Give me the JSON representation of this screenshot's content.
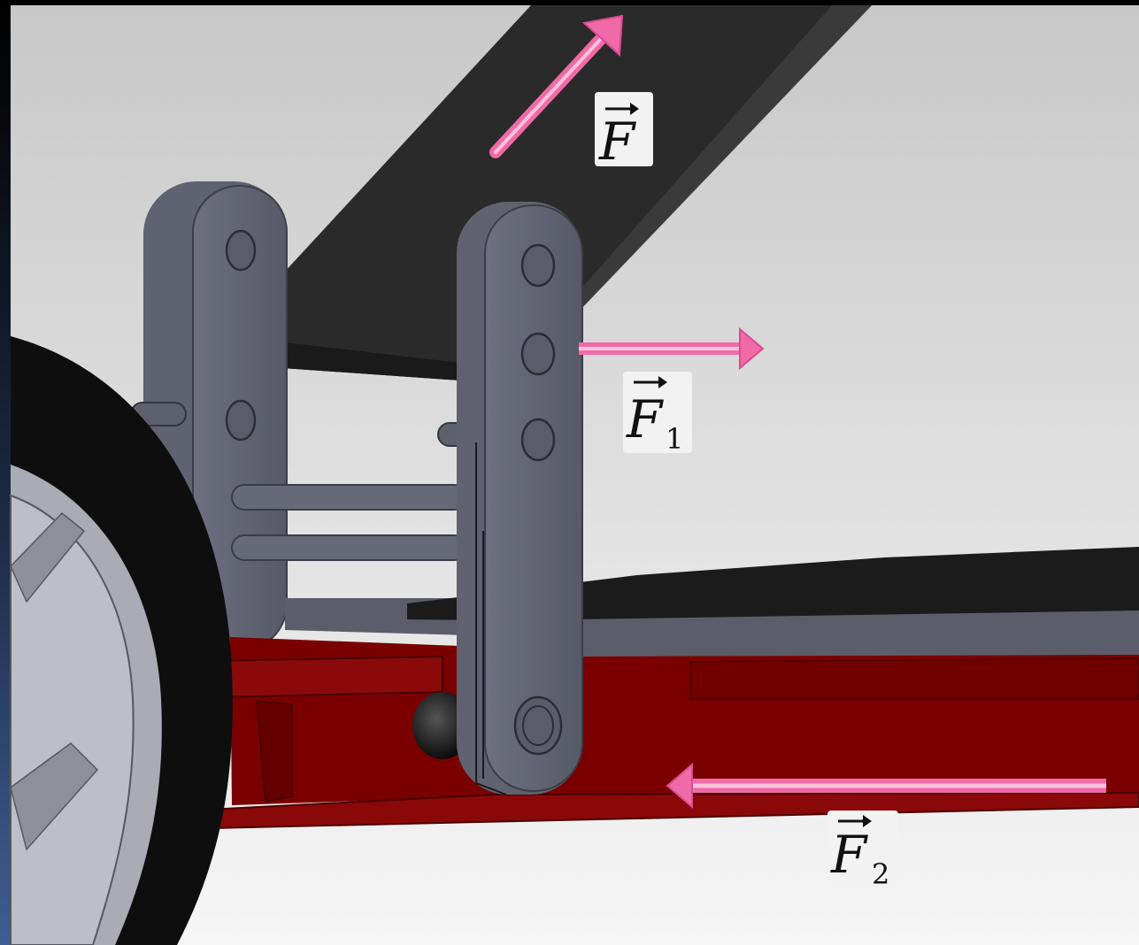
{
  "labels": {
    "force": "F",
    "force_1_base": "F",
    "force_1_sub": "1",
    "force_2_base": "F",
    "force_2_sub": "2"
  },
  "colors": {
    "arrow": "#f06aa8",
    "arrow_highlight": "#ffc2dd",
    "beam": "#2b2b2b",
    "bracket": "#5f6270",
    "chassis_red": "#7a0000",
    "wheel": "#0f0f0f",
    "plate": "#5b5e6a",
    "background_top": "#cfcfcf",
    "background_bottom": "#f4f4f4"
  }
}
